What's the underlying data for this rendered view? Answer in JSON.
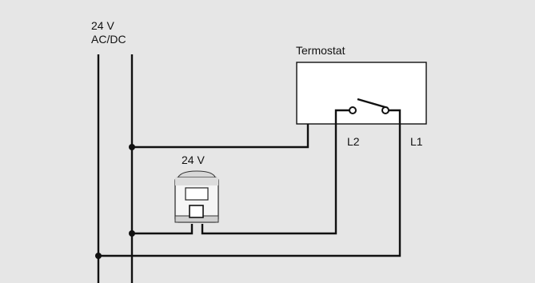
{
  "labels": {
    "supply_voltage": "24 V",
    "supply_type": "AC/DC",
    "thermostat": "Termostat",
    "actuator_voltage": "24 V",
    "terminal_l2": "L2",
    "terminal_l1": "L1"
  },
  "colors": {
    "background": "#e6e6e6",
    "wire": "#111111",
    "component_fill": "#ffffff"
  },
  "components": {
    "thermostat": "thermostat-box",
    "actuator": "thermal-actuator-icon",
    "switch": "open-switch-contact"
  }
}
